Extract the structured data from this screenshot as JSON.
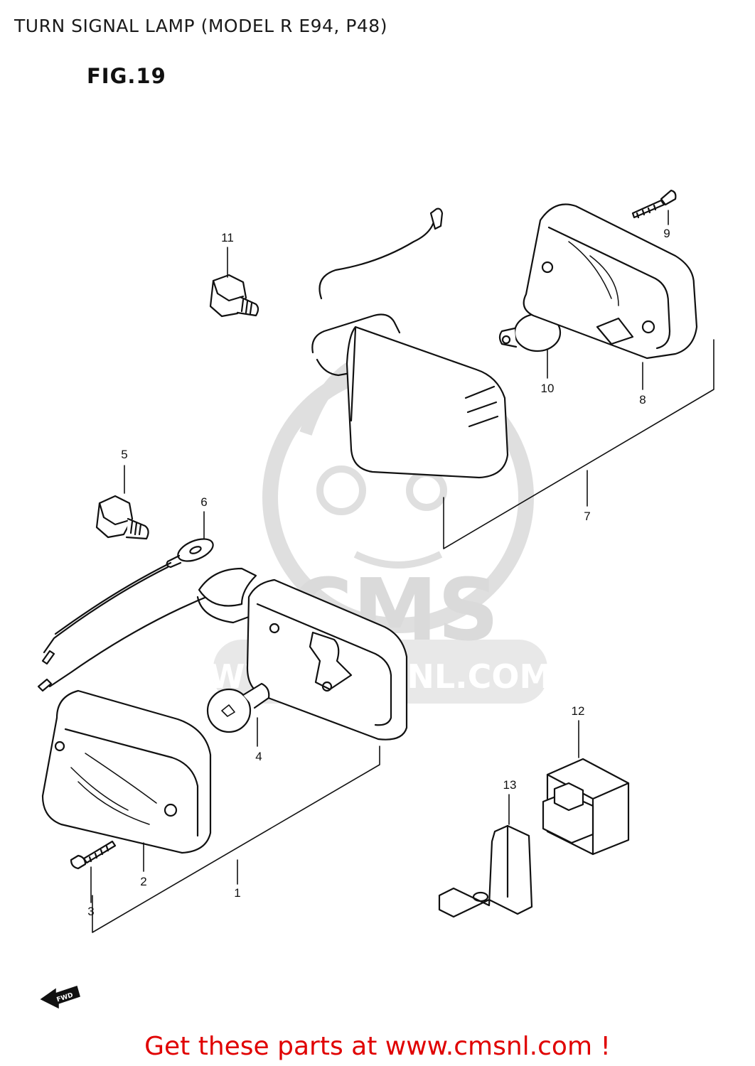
{
  "header": {
    "title": "TURN SIGNAL LAMP (MODEL R E94, P48)",
    "figure": "FIG.19"
  },
  "watermark": {
    "brand": "CMS",
    "site": "WWW.CMSNL.COM"
  },
  "callouts": [
    "1",
    "2",
    "3",
    "4",
    "5",
    "6",
    "7",
    "8",
    "9",
    "10",
    "11",
    "12",
    "13"
  ],
  "direction_badge": "FWD",
  "footer": {
    "cta": "Get these parts at www.cmsnl.com !"
  },
  "colors": {
    "footer_text": "#e00000",
    "line_art": "#111111",
    "watermark": "#d8d8d8"
  }
}
